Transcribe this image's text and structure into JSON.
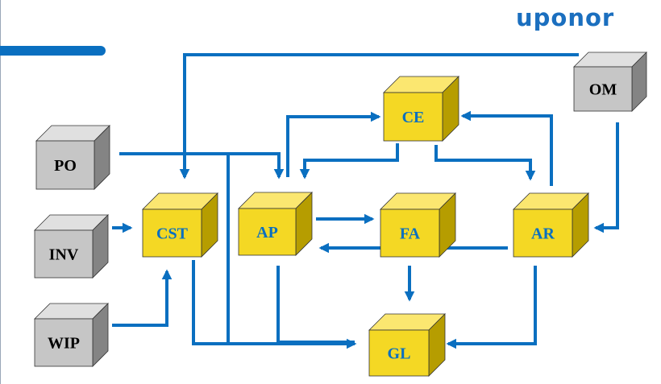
{
  "brand": {
    "logo_text": "uponor"
  },
  "colors": {
    "accent_blue": "#0a6fc0",
    "box_yellow": "#f4d824",
    "box_yellow_side": "#b69d00",
    "box_yellow_top": "#fbe770",
    "box_gray": "#c6c6c6",
    "box_gray_side": "#848484",
    "box_gray_top": "#e0e0e0",
    "label_blue": "#0a6fc0",
    "label_dark": "#000000"
  },
  "boxes": {
    "om": "OM",
    "ce": "CE",
    "po": "PO",
    "inv": "INV",
    "wip": "WIP",
    "cst": "CST",
    "ap": "AP",
    "fa": "FA",
    "ar": "AR",
    "gl": "GL"
  }
}
